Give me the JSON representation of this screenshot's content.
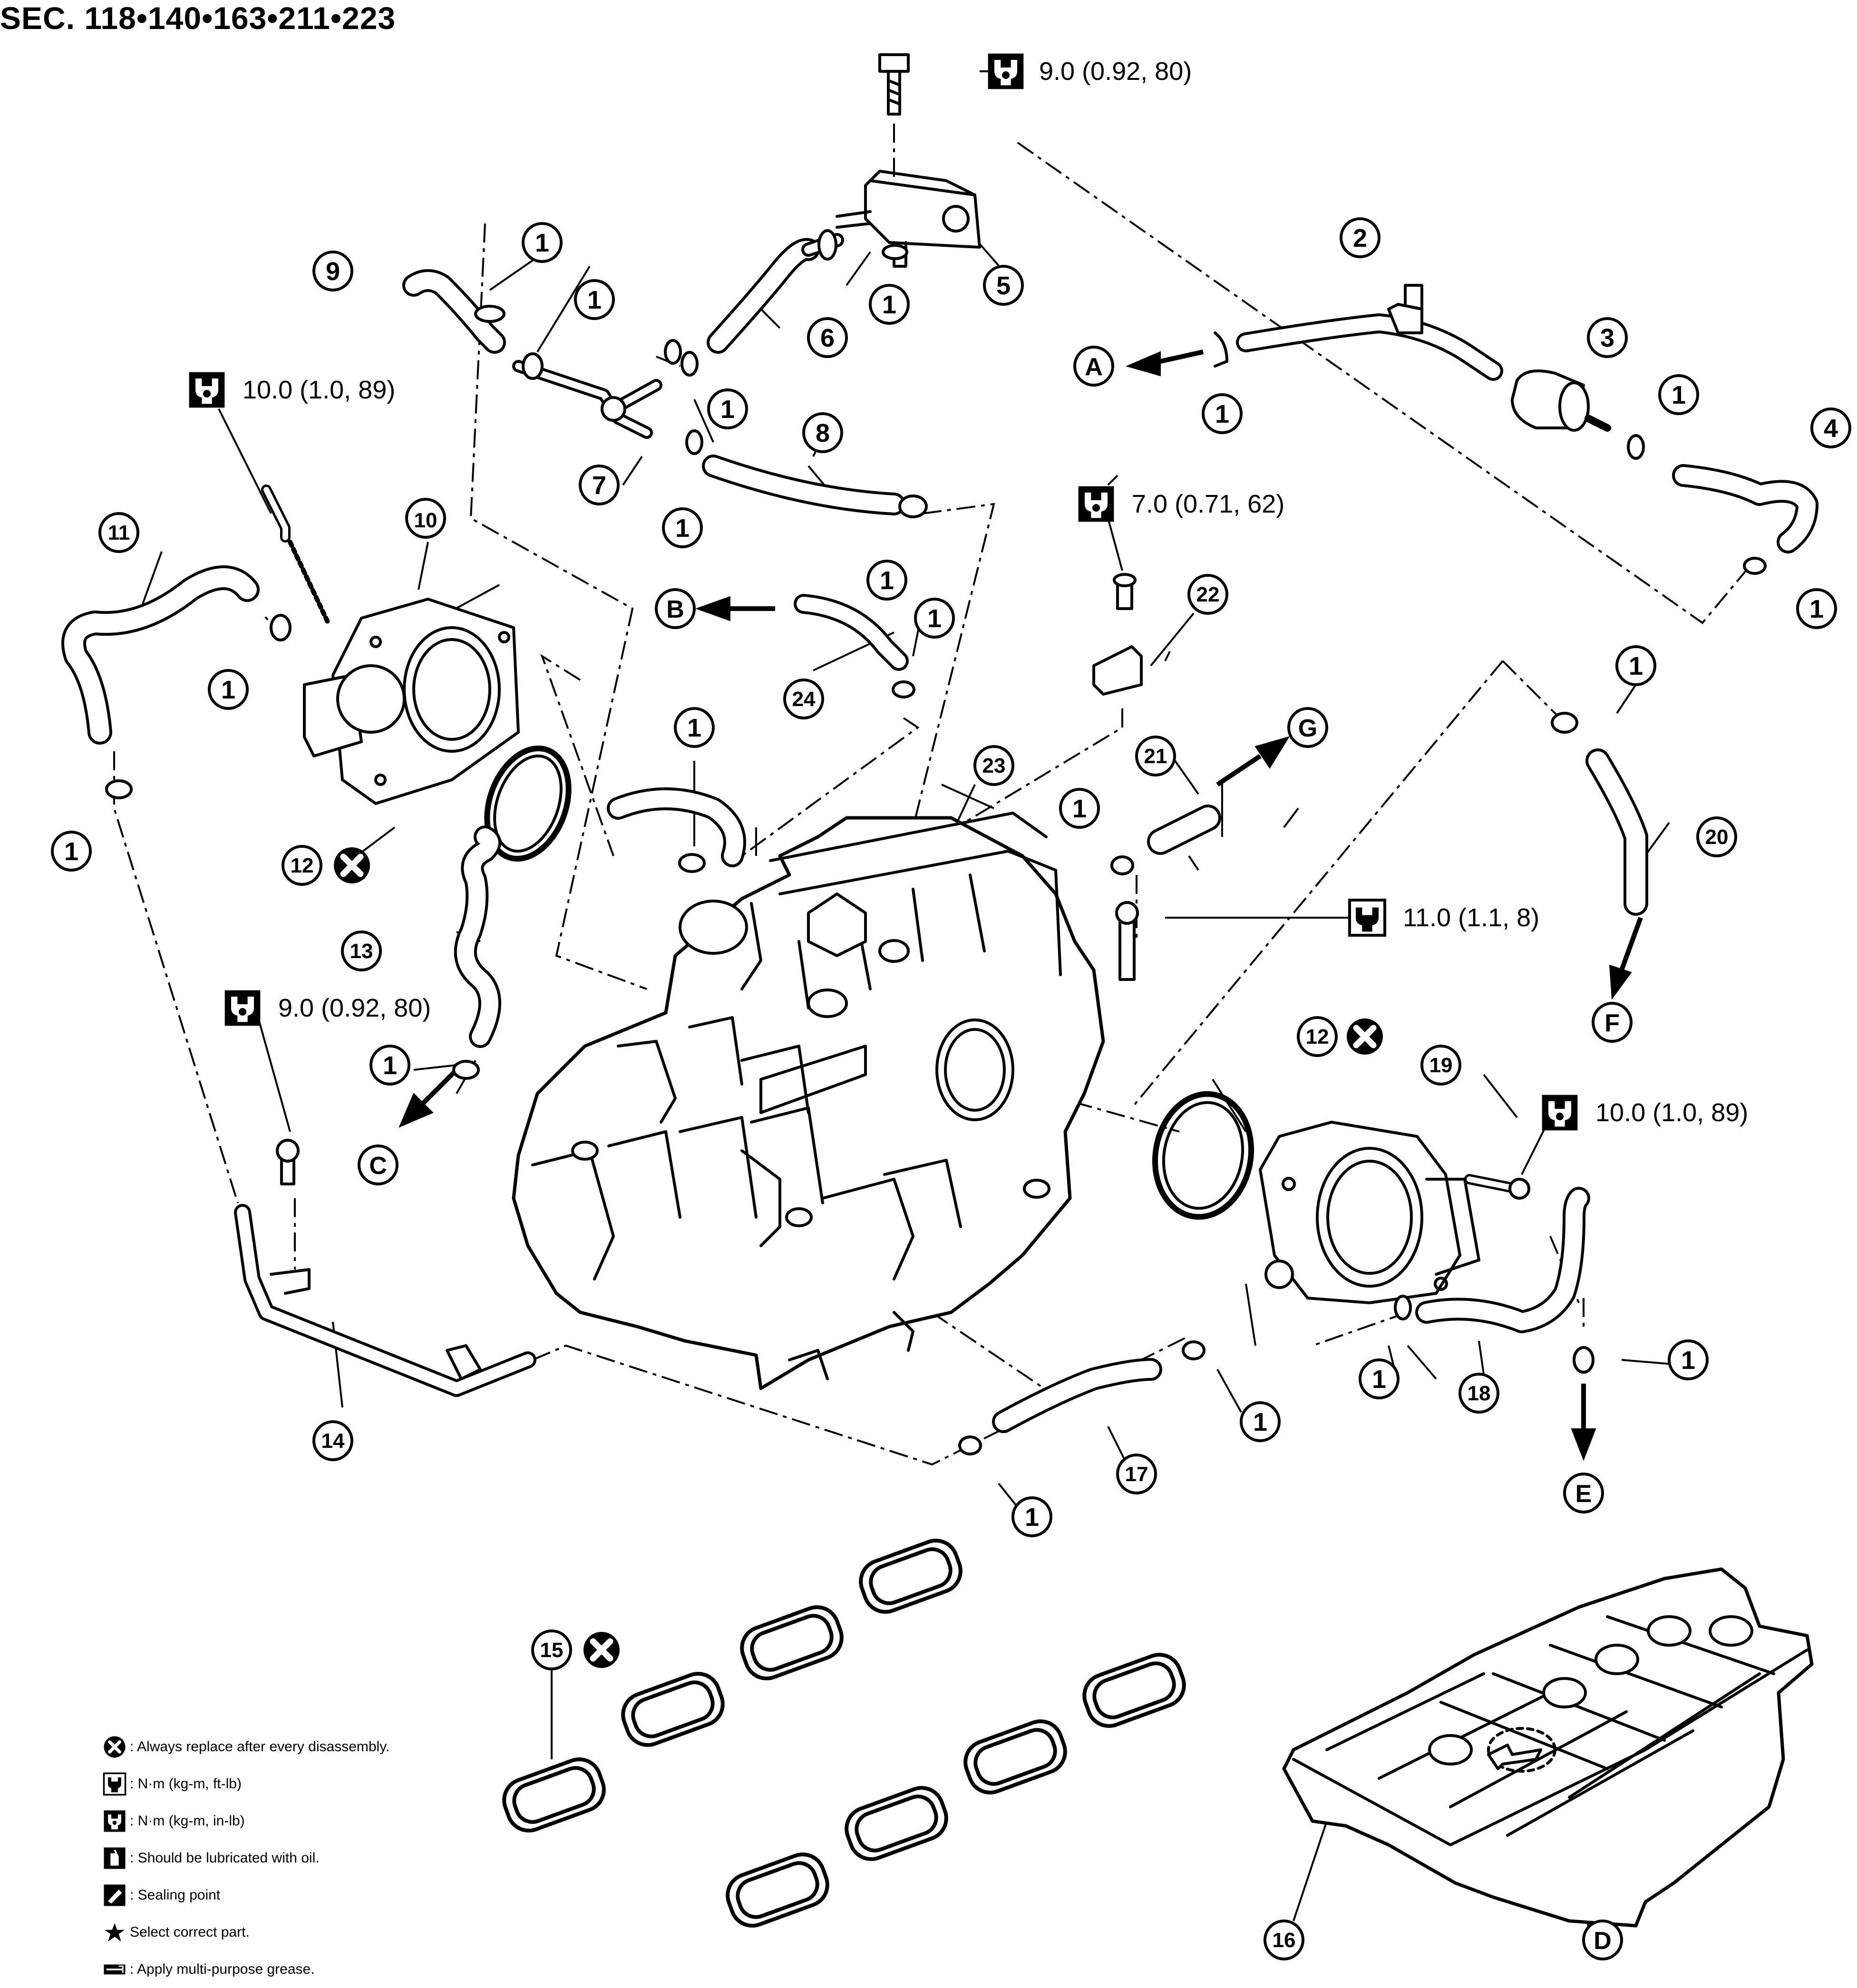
{
  "header": {
    "section": "SEC. 118•140•163•211•223"
  },
  "torques": [
    "9.0 (0.92, 80)",
    "10.0 (1.0, 89)",
    "7.0 (0.71, 62)",
    "11.0 (1.1, 8)",
    "9.0 (0.92, 80)",
    "10.0 (1.0, 89)"
  ],
  "callouts": [
    "1",
    "2",
    "3",
    "4",
    "5",
    "6",
    "7",
    "8",
    "9",
    "10",
    "11",
    "12",
    "13",
    "14",
    "15",
    "16",
    "17",
    "18",
    "19",
    "20",
    "21",
    "22",
    "23",
    "24"
  ],
  "letters": [
    "A",
    "B",
    "C",
    "D",
    "E",
    "F",
    "G"
  ],
  "legend": [
    {
      "icon": "replace-icon",
      "text": ": Always replace after every disassembly."
    },
    {
      "icon": "torque-icon",
      "text": ": N·m (kg-m, ft-lb)"
    },
    {
      "icon": "torque-inlb-icon",
      "text": ": N·m (kg-m, in-lb)"
    },
    {
      "icon": "oil-icon",
      "text": ": Should be lubricated with oil."
    },
    {
      "icon": "sealing-icon",
      "text": ": Sealing point"
    },
    {
      "icon": "star-icon",
      "text": "Select correct part."
    },
    {
      "icon": "grease-icon",
      "text": ": Apply multi-purpose grease."
    }
  ]
}
